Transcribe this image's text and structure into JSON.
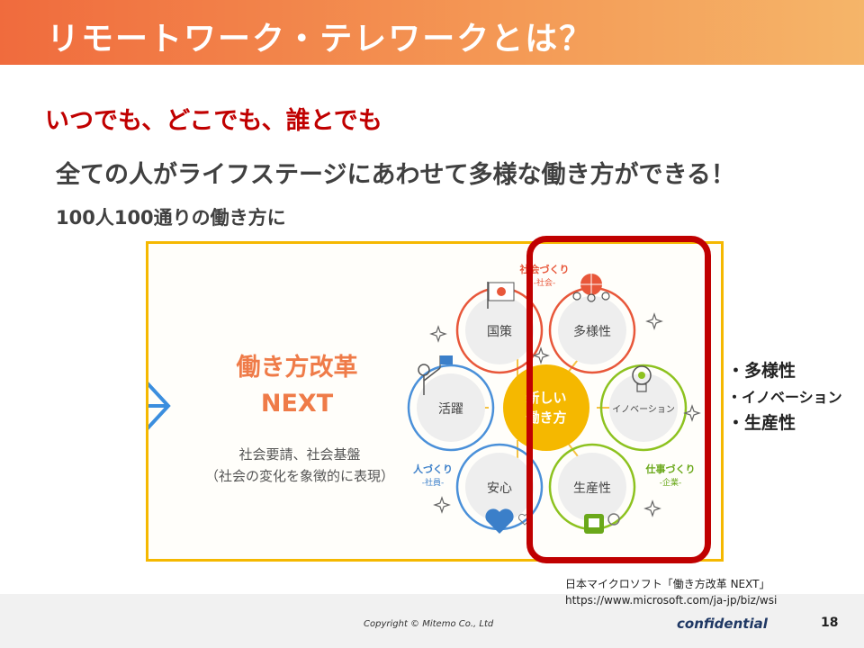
{
  "slide": {
    "title": "リモートワーク・テレワークとは？",
    "subtitle": "いつでも、どこでも、誰とでも",
    "main_line": "全ての人がライフステージにあわせて多様な働き方ができる！",
    "sub_line": "100人100通りの働き方に"
  },
  "figure": {
    "title_line1": "働き方改革",
    "title_line2": "NEXT",
    "caption_line1": "社会要請、社会基盤",
    "caption_line2": "（社会の変化を象徴的に表現）",
    "center_line1": "新しい",
    "center_line2": "働き方",
    "nodes": {
      "kokusaku": "国策",
      "tayousei": "多様性",
      "innovation": "イノベーション",
      "seisansei": "生産性",
      "anshin": "安心",
      "katsuyaku": "活躍"
    },
    "groups": {
      "shakai_title": "社会づくり",
      "shakai_sub": "-社会-",
      "shigoto_title": "仕事づくり",
      "shigoto_sub": "-企業-",
      "hito_title": "人づくり",
      "hito_sub": "-社員-"
    },
    "colors": {
      "red": "#e8573a",
      "green": "#8dc21f",
      "blue": "#4a90d9",
      "yellow": "#f5b800",
      "highlight": "#c00000"
    },
    "icons": [
      "arrow-right-icon",
      "japan-flag-icon",
      "people-globe-icon",
      "lightbulb-gear-icon",
      "gear-board-icon",
      "heart-icon",
      "person-flag-icon",
      "sparkle-icon"
    ]
  },
  "bullets": [
    "・多様性",
    "・イノベーション",
    "・生産性"
  ],
  "source": {
    "line1": "日本マイクロソフト「働き方改革 NEXT」",
    "line2": "https://www.microsoft.com/ja-jp/biz/wsi"
  },
  "footer": {
    "copyright": "Copyright © Mitemo Co., Ltd",
    "confidential": "confidential",
    "page": "18"
  }
}
